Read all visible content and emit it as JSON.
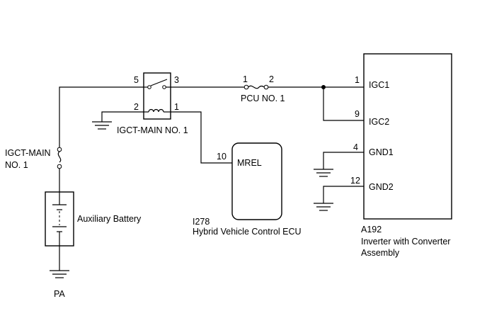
{
  "relay": {
    "name": "IGCT-MAIN NO. 1",
    "pins": {
      "p5": "5",
      "p3": "3",
      "p2": "2",
      "p1": "1"
    }
  },
  "fuse_pcu": {
    "name": "PCU NO. 1",
    "pin1": "1",
    "pin2": "2"
  },
  "fuse_igct": {
    "name_line1": "IGCT-MAIN",
    "name_line2": "NO. 1"
  },
  "battery": {
    "label": "Auxiliary Battery"
  },
  "ground_pa": {
    "label": "PA"
  },
  "ecu": {
    "id": "I278",
    "name": "Hybrid Vehicle Control ECU",
    "pin": "10",
    "terminal": "MREL"
  },
  "inverter": {
    "id": "A192",
    "name_line1": "Inverter with Converter",
    "name_line2": "Assembly",
    "terminals": [
      {
        "pin": "1",
        "label": "IGC1"
      },
      {
        "pin": "9",
        "label": "IGC2"
      },
      {
        "pin": "4",
        "label": "GND1"
      },
      {
        "pin": "12",
        "label": "GND2"
      }
    ]
  }
}
